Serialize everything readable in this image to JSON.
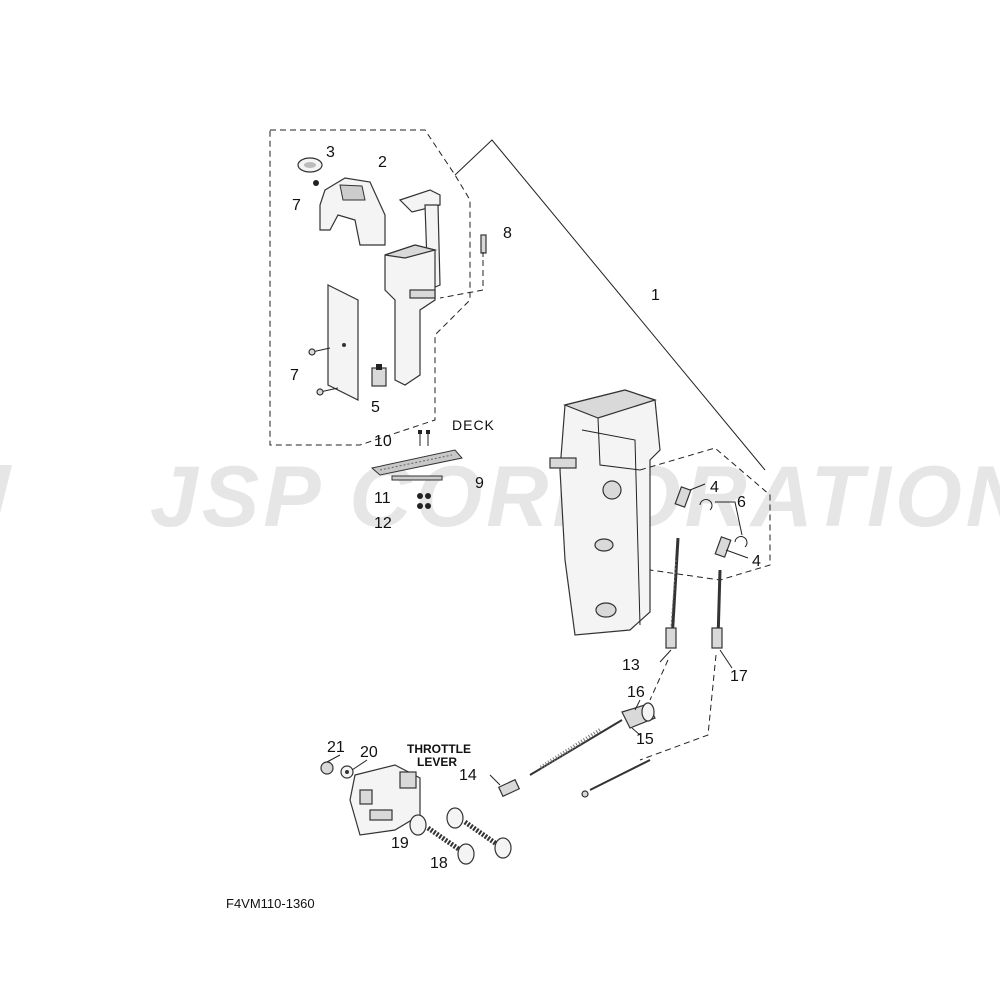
{
  "watermark": {
    "text": "JSP CORPORATION"
  },
  "labels": {
    "deck": "DECK",
    "throttle_line1": "THROTTLE",
    "throttle_line2": "LEVER",
    "figure_code": "F4VM110-1360"
  },
  "callouts": {
    "p1": "1",
    "p2": "2",
    "p3": "3",
    "p4a": "4",
    "p4b": "4",
    "p5": "5",
    "p6": "6",
    "p7a": "7",
    "p7b": "7",
    "p8": "8",
    "p9": "9",
    "p10": "10",
    "p11": "11",
    "p12": "12",
    "p13": "13",
    "p14": "14",
    "p15": "15",
    "p16": "16",
    "p17": "17",
    "p18": "18",
    "p19": "19",
    "p20": "20",
    "p21": "21"
  }
}
